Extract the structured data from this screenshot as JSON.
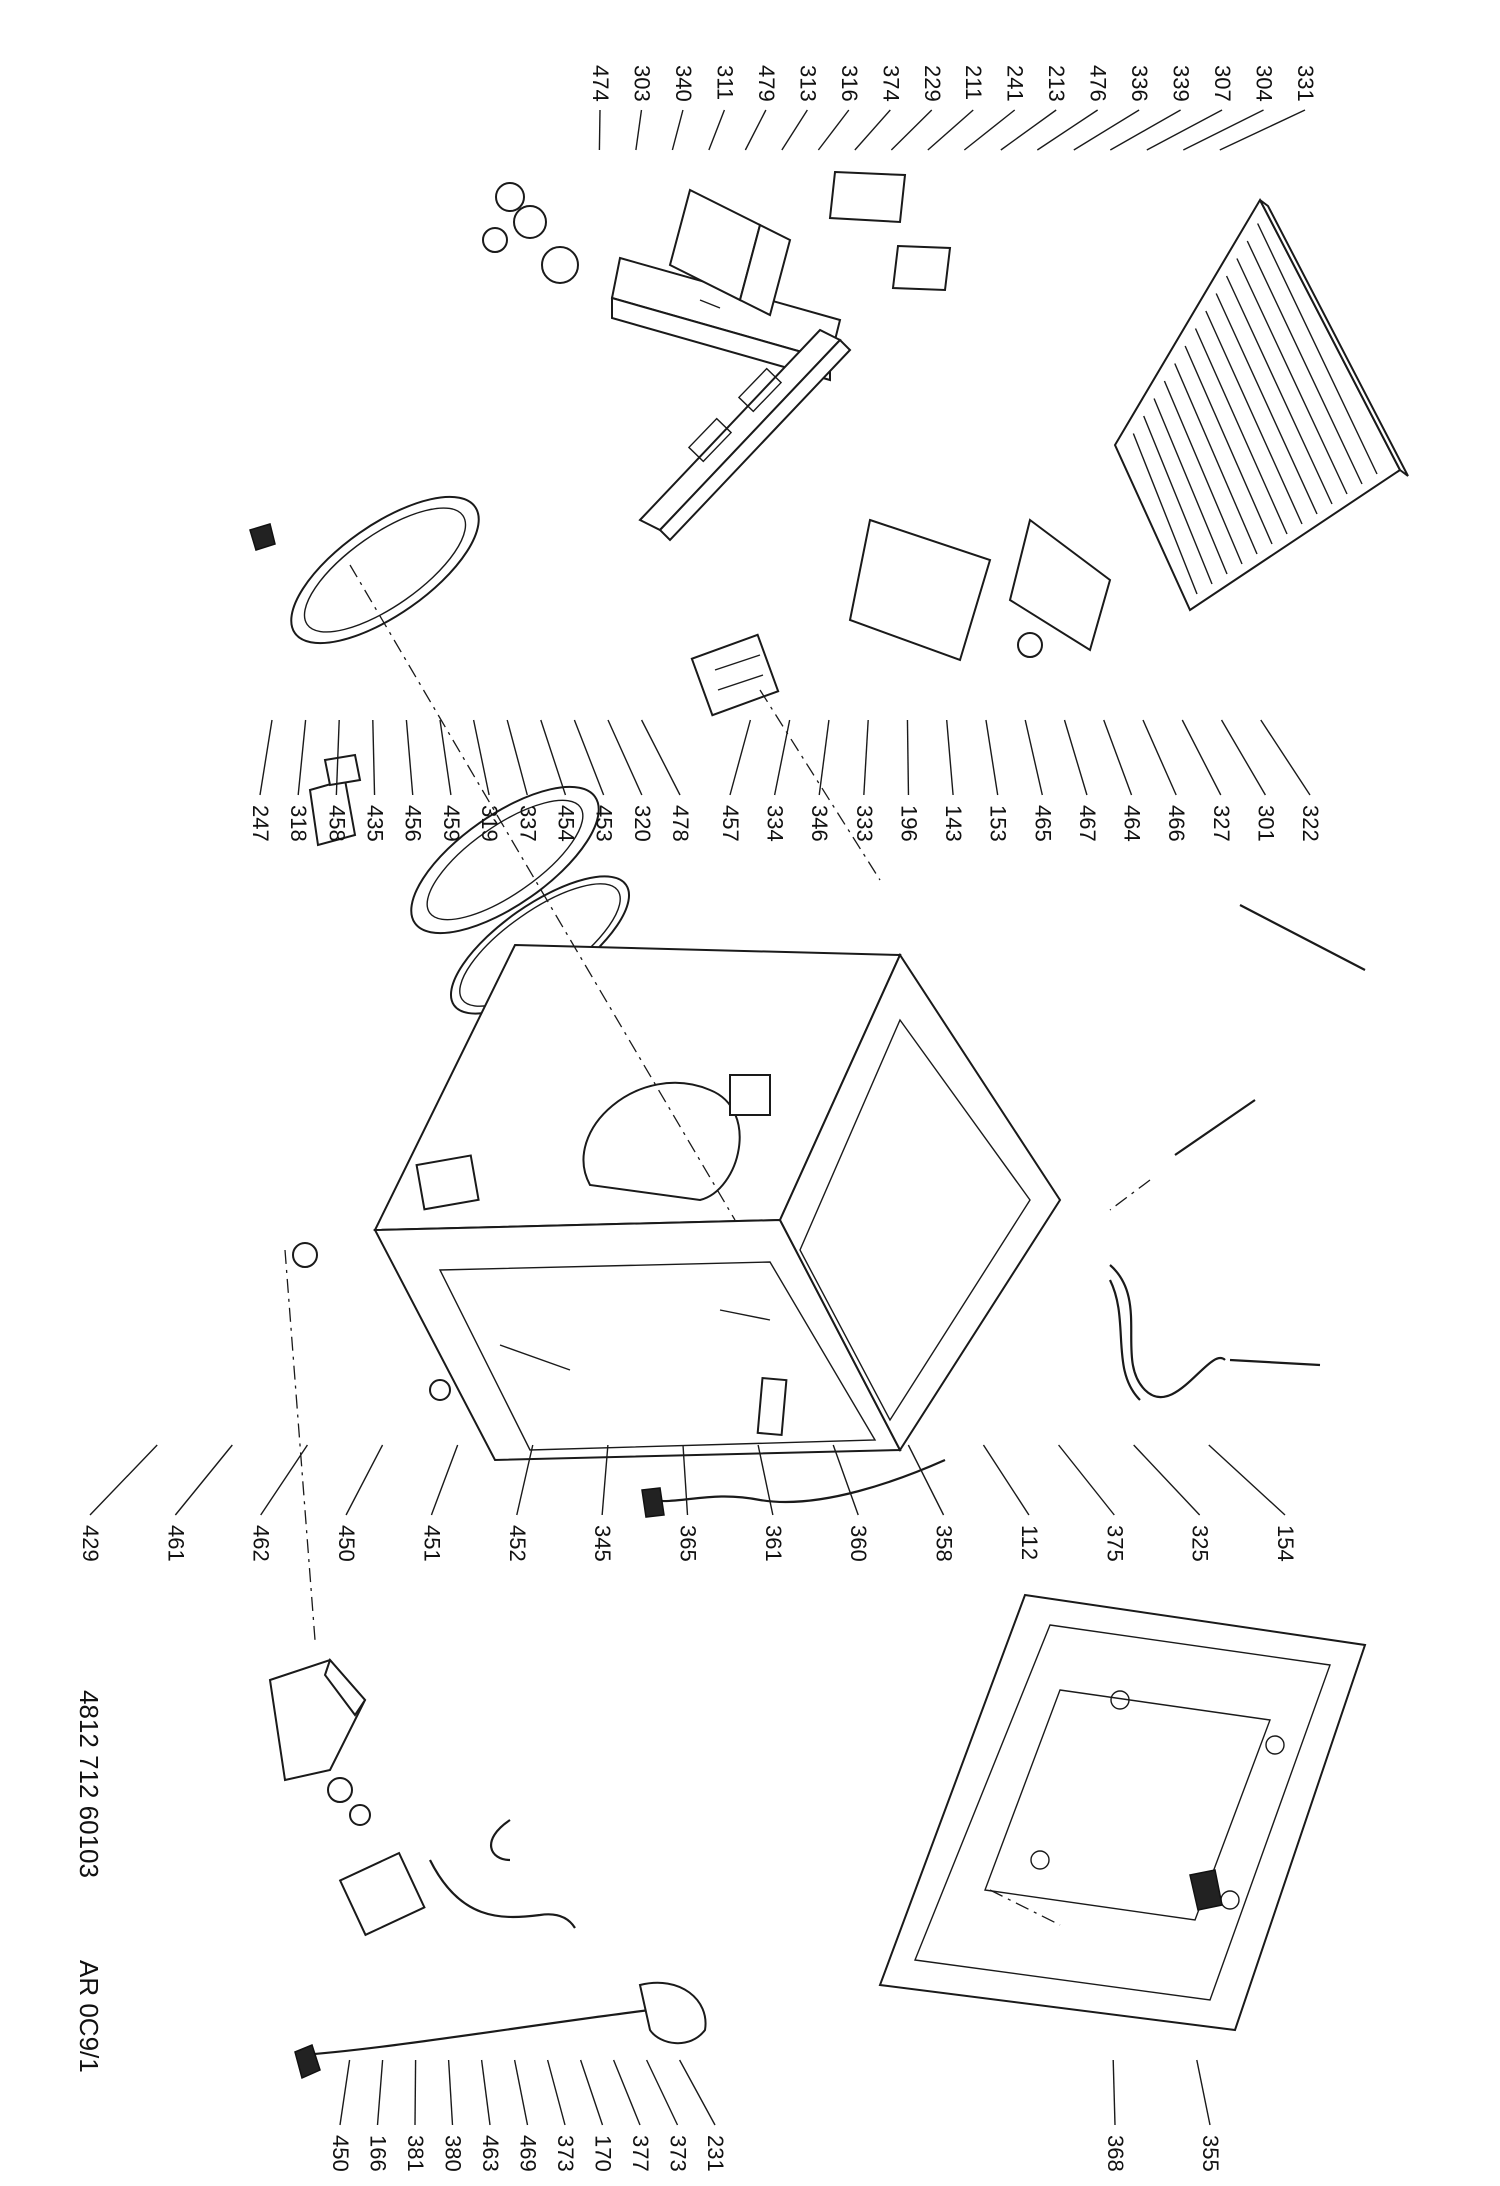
{
  "document": {
    "part_number": "4812 712 60103",
    "drawing_ref": "AR 0C9/1"
  },
  "callouts": {
    "top": [
      "474",
      "303",
      "340",
      "311",
      "479",
      "313",
      "316",
      "374",
      "229",
      "211",
      "241",
      "213",
      "476",
      "336",
      "339",
      "307",
      "304",
      "331"
    ],
    "right": [
      "457",
      "334",
      "346",
      "333",
      "196",
      "143",
      "153",
      "465",
      "467",
      "464",
      "466",
      "327",
      "301",
      "322"
    ],
    "left": [
      "247",
      "318",
      "458",
      "435",
      "456",
      "459",
      "319",
      "337",
      "454",
      "453",
      "320",
      "478"
    ],
    "bottom_body": [
      "429",
      "461",
      "462",
      "450",
      "451",
      "452",
      "345",
      "365",
      "361",
      "360",
      "358",
      "112",
      "375",
      "325",
      "154"
    ],
    "bottom_pump": [
      "450",
      "166",
      "381",
      "380",
      "463",
      "469",
      "373",
      "170",
      "377",
      "373",
      "231"
    ],
    "bottom_right": [
      "368",
      "355"
    ]
  }
}
